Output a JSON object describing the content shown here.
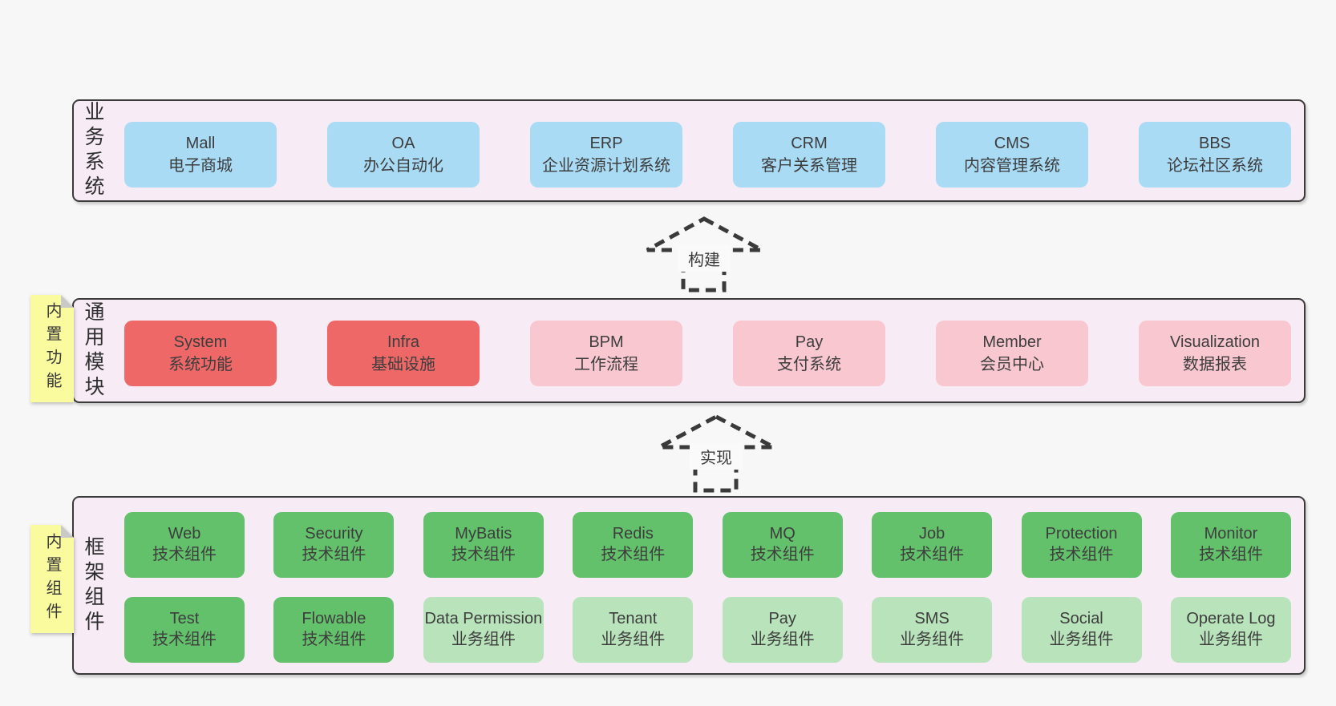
{
  "colors": {
    "page_bg": "#f7f7f7",
    "layer_bg": "#f7ecf6",
    "layer_border": "#3a3a3a",
    "sticky_bg": "#fafa9e",
    "text": "#3d3d3d",
    "blue": "#a9dbf5",
    "red": "#ef6868",
    "pink": "#f9c7d0",
    "green": "#63c16c",
    "lightgreen": "#b9e3bb"
  },
  "arrows": [
    {
      "label": "构建"
    },
    {
      "label": "实现"
    }
  ],
  "layers": [
    {
      "side_label": "业务系统",
      "boxes": [
        {
          "title": "Mall",
          "subtitle": "电子商城",
          "type": "blue"
        },
        {
          "title": "OA",
          "subtitle": "办公自动化",
          "type": "blue"
        },
        {
          "title": "ERP",
          "subtitle": "企业资源计划系统",
          "type": "blue"
        },
        {
          "title": "CRM",
          "subtitle": "客户关系管理",
          "type": "blue"
        },
        {
          "title": "CMS",
          "subtitle": "内容管理系统",
          "type": "blue"
        },
        {
          "title": "BBS",
          "subtitle": "论坛社区系统",
          "type": "blue"
        }
      ]
    },
    {
      "side_label": "通用模块",
      "sticky": "内置功能",
      "boxes": [
        {
          "title": "System",
          "subtitle": "系统功能",
          "type": "red"
        },
        {
          "title": "Infra",
          "subtitle": "基础设施",
          "type": "red"
        },
        {
          "title": "BPM",
          "subtitle": "工作流程",
          "type": "pink"
        },
        {
          "title": "Pay",
          "subtitle": "支付系统",
          "type": "pink"
        },
        {
          "title": "Member",
          "subtitle": "会员中心",
          "type": "pink"
        },
        {
          "title": "Visualization",
          "subtitle": "数据报表",
          "type": "pink"
        }
      ]
    },
    {
      "side_label": "框架组件",
      "sticky": "内置组件",
      "rows": [
        [
          {
            "title": "Web",
            "subtitle": "技术组件",
            "type": "green"
          },
          {
            "title": "Security",
            "subtitle": "技术组件",
            "type": "green"
          },
          {
            "title": "MyBatis",
            "subtitle": "技术组件",
            "type": "green"
          },
          {
            "title": "Redis",
            "subtitle": "技术组件",
            "type": "green"
          },
          {
            "title": "MQ",
            "subtitle": "技术组件",
            "type": "green"
          },
          {
            "title": "Job",
            "subtitle": "技术组件",
            "type": "green"
          },
          {
            "title": "Protection",
            "subtitle": "技术组件",
            "type": "green"
          },
          {
            "title": "Monitor",
            "subtitle": "技术组件",
            "type": "green"
          }
        ],
        [
          {
            "title": "Test",
            "subtitle": "技术组件",
            "type": "green"
          },
          {
            "title": "Flowable",
            "subtitle": "技术组件",
            "type": "green"
          },
          {
            "title": "Data Permission",
            "subtitle": "业务组件",
            "type": "lightgreen"
          },
          {
            "title": "Tenant",
            "subtitle": "业务组件",
            "type": "lightgreen"
          },
          {
            "title": "Pay",
            "subtitle": "业务组件",
            "type": "lightgreen"
          },
          {
            "title": "SMS",
            "subtitle": "业务组件",
            "type": "lightgreen"
          },
          {
            "title": "Social",
            "subtitle": "业务组件",
            "type": "lightgreen"
          },
          {
            "title": "Operate Log",
            "subtitle": "业务组件",
            "type": "lightgreen"
          }
        ]
      ]
    }
  ]
}
